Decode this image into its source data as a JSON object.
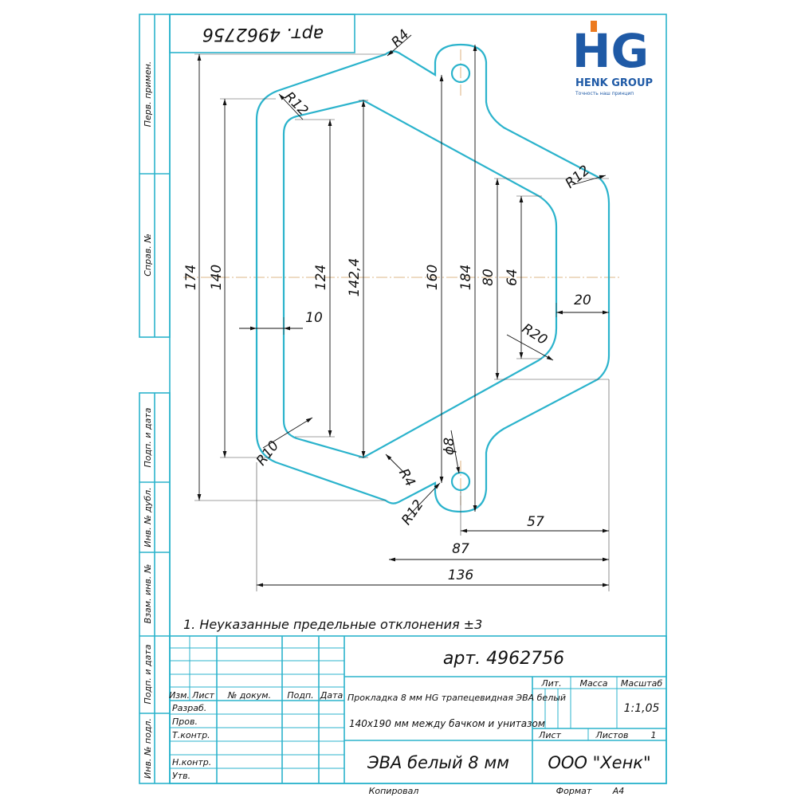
{
  "art_rotated": "арт. 4962756",
  "logo": {
    "mark": "HG",
    "company": "HENK GROUP",
    "slogan": "Точность наш принцип",
    "colors": {
      "blue": "#1f5aa6",
      "orange": "#ec7a1f"
    }
  },
  "side_labels": {
    "perv_primen": "Перв. примен.",
    "sprav_no": "Справ. №",
    "podp_data": "Подп. и дата",
    "inv_dubl": "Инв. № дубл.",
    "vzam_inv": "Взам. инв. №",
    "inv_podl": "Инв. № подл."
  },
  "dimensions": {
    "d174": "174",
    "d140": "140",
    "d124": "124",
    "d142_4": "142,4",
    "d160": "160",
    "d184": "184",
    "d80": "80",
    "d64": "64",
    "d20": "20",
    "d10": "10",
    "d57": "57",
    "d87": "87",
    "d136": "136",
    "r4_top": "R4",
    "r12_top": "R12",
    "r12_right": "R12",
    "r20": "R20",
    "r10": "R10",
    "r4_bottom": "R4",
    "r12_bottom": "R12",
    "phi8": "ϕ8"
  },
  "note": "1. Неуказанные предельные отклонения ±3",
  "title_block": {
    "art": "арт. 4962756",
    "col_izm": "Изм.",
    "col_list": "Лист",
    "col_dokum": "№ докум.",
    "col_podp": "Подп.",
    "col_data": "Дата",
    "row_razrab": "Разраб.",
    "row_prov": "Пров.",
    "row_tkontr": "Т.контр.",
    "row_nkontr": "Н.контр.",
    "row_utv": "Утв.",
    "desc_line1": "Прокладка 8 мм HG трапецевидная ЭВА белый",
    "desc_line2": "140х190 мм между бачком и унитазом",
    "lit": "Лит.",
    "massa": "Масса",
    "masshtab": "Масштаб",
    "scale_value": "1:1,05",
    "list_label": "Лист",
    "listov_label": "Листов",
    "listov_value": "1",
    "material": "ЭВА белый 8 мм",
    "company": "ООО \"Хенк\"",
    "kopiroval": "Копировал",
    "format": "Формат",
    "format_value": "А4"
  }
}
